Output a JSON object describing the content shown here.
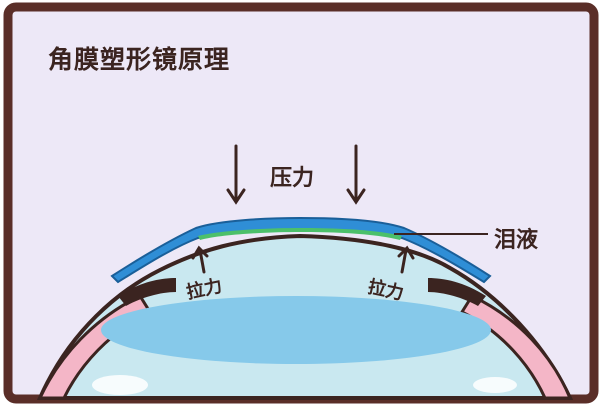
{
  "title": "角膜塑形镜原理",
  "labels": {
    "pressure": "压力",
    "tear_film": "泪液",
    "pull_left": "拉力",
    "pull_right": "拉力"
  },
  "colors": {
    "background": "#ede8f7",
    "frame": "#5a2e28",
    "lens": "#2f8ed6",
    "tear_layer": "#4cc06a",
    "cornea_fill": "#c9e8f0",
    "lens_inner": "#86c9ea",
    "eyelid": "#f4b6c7",
    "outline": "#3b2420"
  }
}
